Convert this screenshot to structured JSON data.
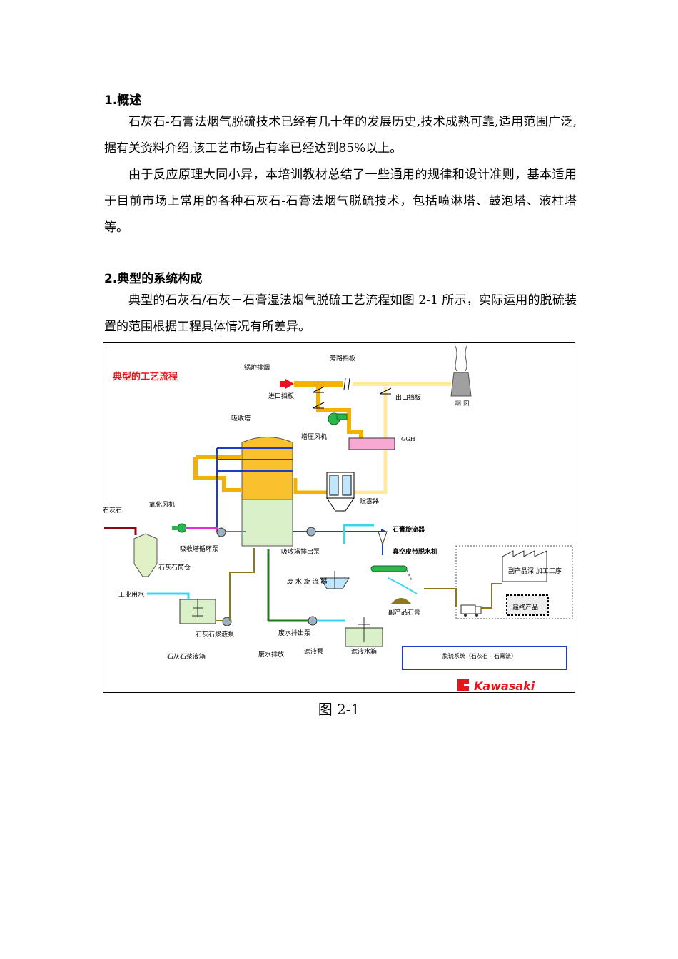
{
  "sections": [
    {
      "heading": "1.概述",
      "paragraphs": [
        "石灰石-石膏法烟气脱硫技术已经有几十年的发展历史,技术成熟可靠,适用范围广泛,据有关资料介绍,该工艺市场占有率已经达到85%以上。",
        "由于反应原理大同小异，本培训教材总结了一些通用的规律和设计准则，基本适用于目前市场上常用的各种石灰石-石膏法烟气脱硫技术，包括喷淋塔、鼓泡塔、液柱塔等。"
      ]
    },
    {
      "heading": "2.典型的系统构成",
      "paragraphs": [
        "典型的石灰石/石灰－石膏湿法烟气脱硫工艺流程如图 2-1 所示，实际运用的脱硫装置的范围根据工程具体情况有所差异。"
      ]
    }
  ],
  "figure": {
    "title": "典型的工艺流程",
    "labels": {
      "boiler_flue": "锅炉排烟",
      "bypass_damper": "旁路挡板",
      "inlet_damper": "进口挡板",
      "outlet_damper": "出口挡板",
      "chimney": "烟 囱",
      "absorber": "吸收塔",
      "booster_fan": "增压风机",
      "ggh": "GGH",
      "demister": "除雾器",
      "limestone": "石灰石",
      "oxidation_fan": "氧化风机",
      "recirc_pump": "吸收塔循环泵",
      "bleed_pump": "吸收塔排出泵",
      "gypsum_cyclone": "石膏旋流器",
      "vacuum_belt": "真空皮带脱水机",
      "limestone_silo": "石灰石筒仓",
      "process_water": "工业用水",
      "ww_cyclone": "废 水 旋 流 器",
      "byproduct_processing": "副产品深  加工工序",
      "byproduct_gypsum": "副产品石膏",
      "final_product": "最终产品",
      "slurry_pump": "石灰石浆液泵",
      "ww_pump": "废水排出泵",
      "slurry_tank": "石灰石浆液箱",
      "ww_discharge": "废水排放",
      "filtrate_pump": "滤液泵",
      "filtrate_tank": "滤液水箱",
      "system_box": "脱硫系统（石灰石 - 石膏法）",
      "brand": "Kawasaki"
    },
    "caption": "图 2-1"
  }
}
